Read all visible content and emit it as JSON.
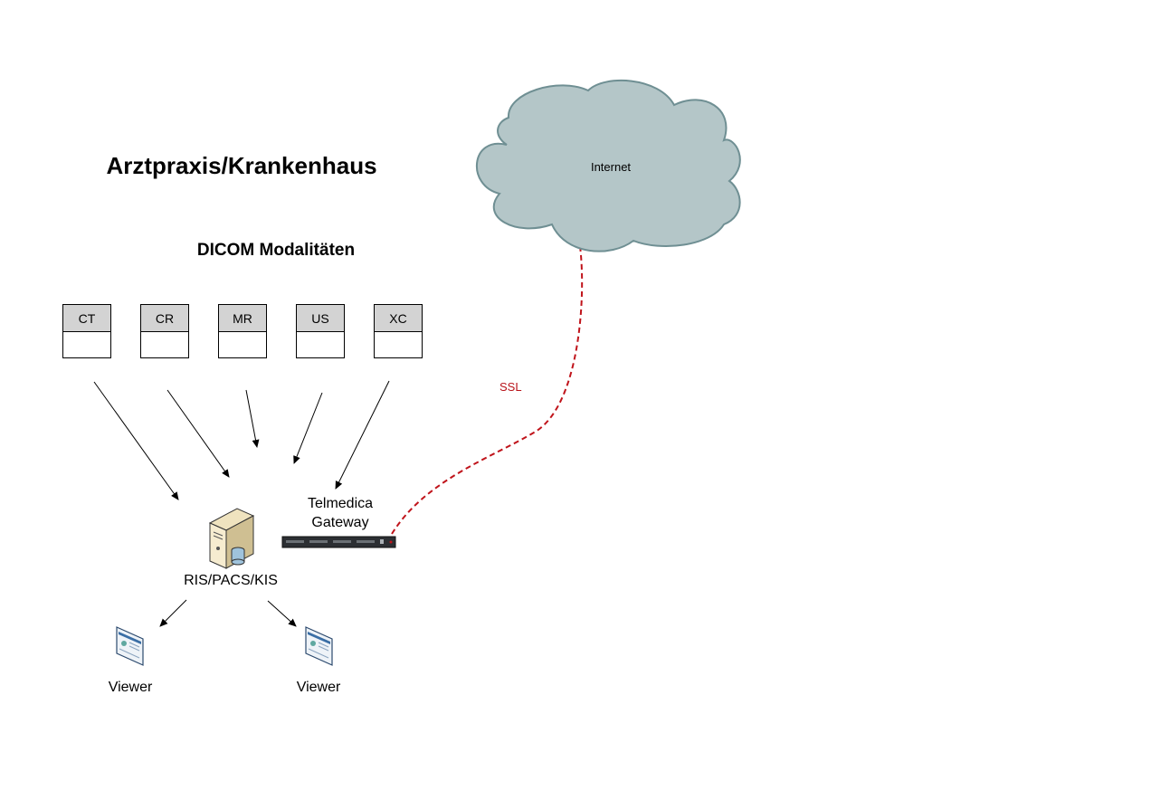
{
  "diagram": {
    "title": "Arztpraxis/Krankenhaus",
    "subtitle": "DICOM Modalitäten",
    "modalities": [
      "CT",
      "CR",
      "MR",
      "US",
      "XC"
    ],
    "gateway_label": "Telmedica Gateway",
    "gateway_label_line1": "Telmedica",
    "gateway_label_line2": "Gateway",
    "server_label": "RIS/PACS/KIS",
    "viewer_label": "Viewer",
    "cloud_label": "Internet",
    "link_label": "SSL",
    "colors": {
      "cloud_fill": "#b4c6c8",
      "cloud_stroke": "#6f8f93",
      "ssl_line": "#c0141b",
      "modality_header": "#d3d3d3"
    }
  }
}
